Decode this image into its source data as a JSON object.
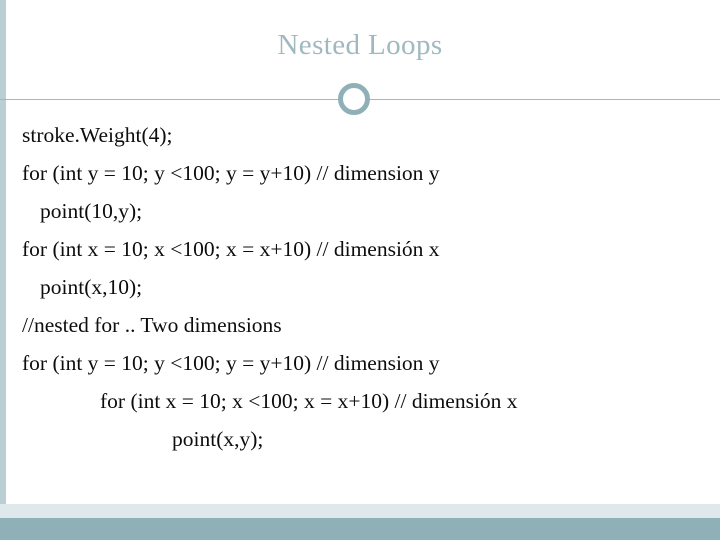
{
  "slide": {
    "title": "Nested Loops",
    "accent_color": "#8fb0b6",
    "title_color": "#9fb9c0",
    "band_color": "#dfe8ea",
    "body": [
      {
        "text": "stroke.Weight(4);",
        "indent": 0
      },
      {
        "text": "for (int y = 10; y <100; y = y+10) // dimension y",
        "indent": 0
      },
      {
        "text": "point(10,y);",
        "indent": 1
      },
      {
        "text": "for (int x = 10; x <100; x = x+10) // dimensión x",
        "indent": 0
      },
      {
        "text": "point(x,10);",
        "indent": 1
      },
      {
        "text": "//nested for .. Two dimensions",
        "indent": 0
      },
      {
        "text": "for (int y = 10; y <100; y = y+10) // dimension y",
        "indent": 0
      },
      {
        "text": "for (int x = 10; x <100; x = x+10) // dimensión x",
        "indent": 2
      },
      {
        "text": "point(x,y);",
        "indent": 3
      }
    ]
  }
}
